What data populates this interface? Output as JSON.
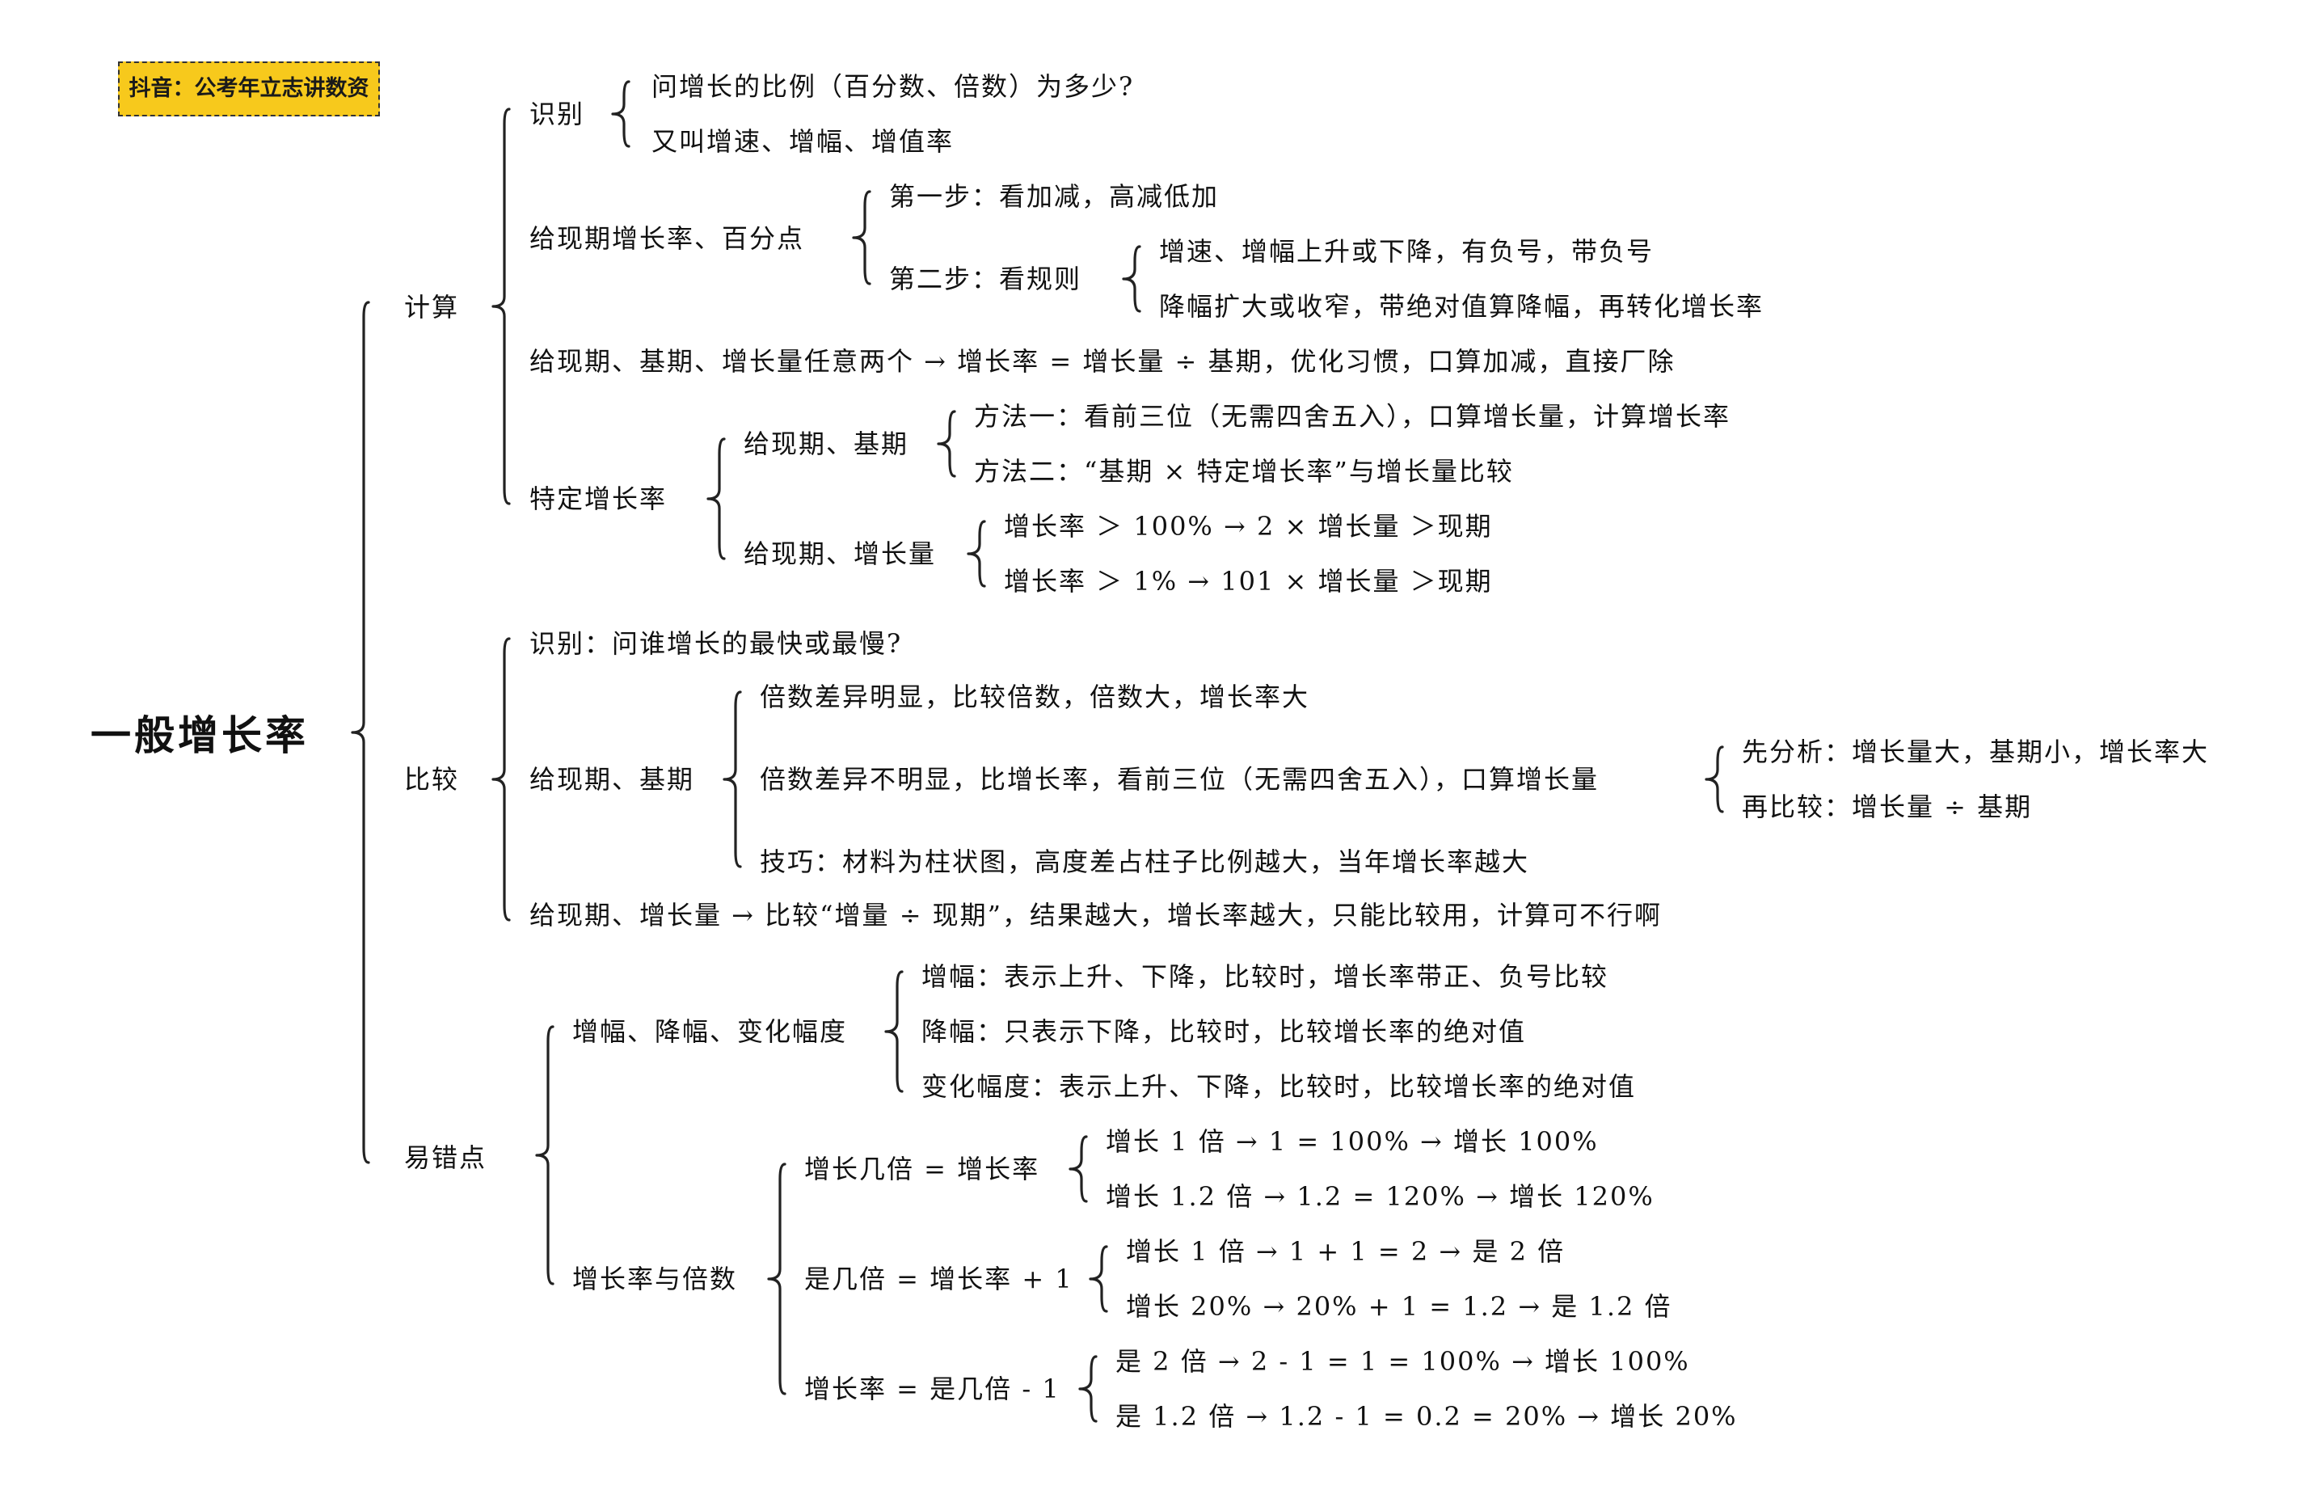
{
  "badge": "抖音：公考年立志讲数资",
  "root": "一般增长率",
  "calc": {
    "label": "计算",
    "identify": {
      "label": "识别",
      "items": [
        "问增长的比例（百分数、倍数）为多少?",
        "又叫增速、增幅、增值率"
      ]
    },
    "given_rate": {
      "label": "给现期增长率、百分点",
      "step1": "第一步：看加减，高减低加",
      "step2": {
        "label": "第二步：看规则",
        "items": [
          "增速、增幅上升或下降，有负号，带负号",
          "降幅扩大或收窄，带绝对值算降幅，再转化增长率"
        ]
      }
    },
    "given_two": "给现期、基期、增长量任意两个 → 增长率 = 增长量 ÷ 基期，优化习惯，口算加减，直接厂除",
    "specific": {
      "label": "特定增长率",
      "base": {
        "label": "给现期、基期",
        "items": [
          "方法一：看前三位（无需四舍五入），口算增长量，计算增长率",
          "方法二：“基期 × 特定增长率”与增长量比较"
        ]
      },
      "inc": {
        "label": "给现期、增长量",
        "items": [
          "增长率 ＞ 100% → 2 × 增长量 ＞现期",
          "增长率 ＞ 1% → 101 × 增长量 ＞现期"
        ]
      }
    }
  },
  "compare": {
    "label": "比较",
    "identify": "识别：问谁增长的最快或最慢?",
    "base": {
      "label": "给现期、基期",
      "obvious": "倍数差异明显，比较倍数，倍数大，增长率大",
      "not_obvious": {
        "label": "倍数差异不明显，比增长率，看前三位（无需四舍五入），口算增长量",
        "items": [
          "先分析：增长量大，基期小，增长率大",
          "再比较：增长量 ÷ 基期"
        ]
      },
      "tip": "技巧：材料为柱状图，高度差占柱子比例越大，当年增长率越大"
    },
    "inc": "给现期、增长量 → 比较“增量 ÷ 现期”，结果越大，增长率越大，只能比较用，计算可不行啊"
  },
  "mistakes": {
    "label": "易错点",
    "amplitude": {
      "label": "增幅、降幅、变化幅度",
      "items": [
        "增幅：表示上升、下降，比较时，增长率带正、负号比较",
        "降幅：只表示下降，比较时，比较增长率的绝对值",
        "变化幅度：表示上升、下降，比较时，比较增长率的绝对值"
      ]
    },
    "rate_multiple": {
      "label": "增长率与倍数",
      "g1": {
        "label": "增长几倍 = 增长率",
        "items": [
          "增长 1 倍 → 1 = 100% → 增长 100%",
          "增长 1.2 倍 → 1.2 = 120% → 增长 120%"
        ]
      },
      "g2": {
        "label": "是几倍 = 增长率 + 1",
        "items": [
          "增长 1 倍 → 1 + 1 = 2 → 是 2 倍",
          "增长 20% → 20% + 1 = 1.2 → 是 1.2 倍"
        ]
      },
      "g3": {
        "label": "增长率 = 是几倍 - 1",
        "items": [
          "是 2 倍 → 2 - 1 = 1 = 100% → 增长 100%",
          "是 1.2 倍 → 1.2 - 1 = 0.2 = 20% → 增长 20%"
        ]
      }
    }
  }
}
